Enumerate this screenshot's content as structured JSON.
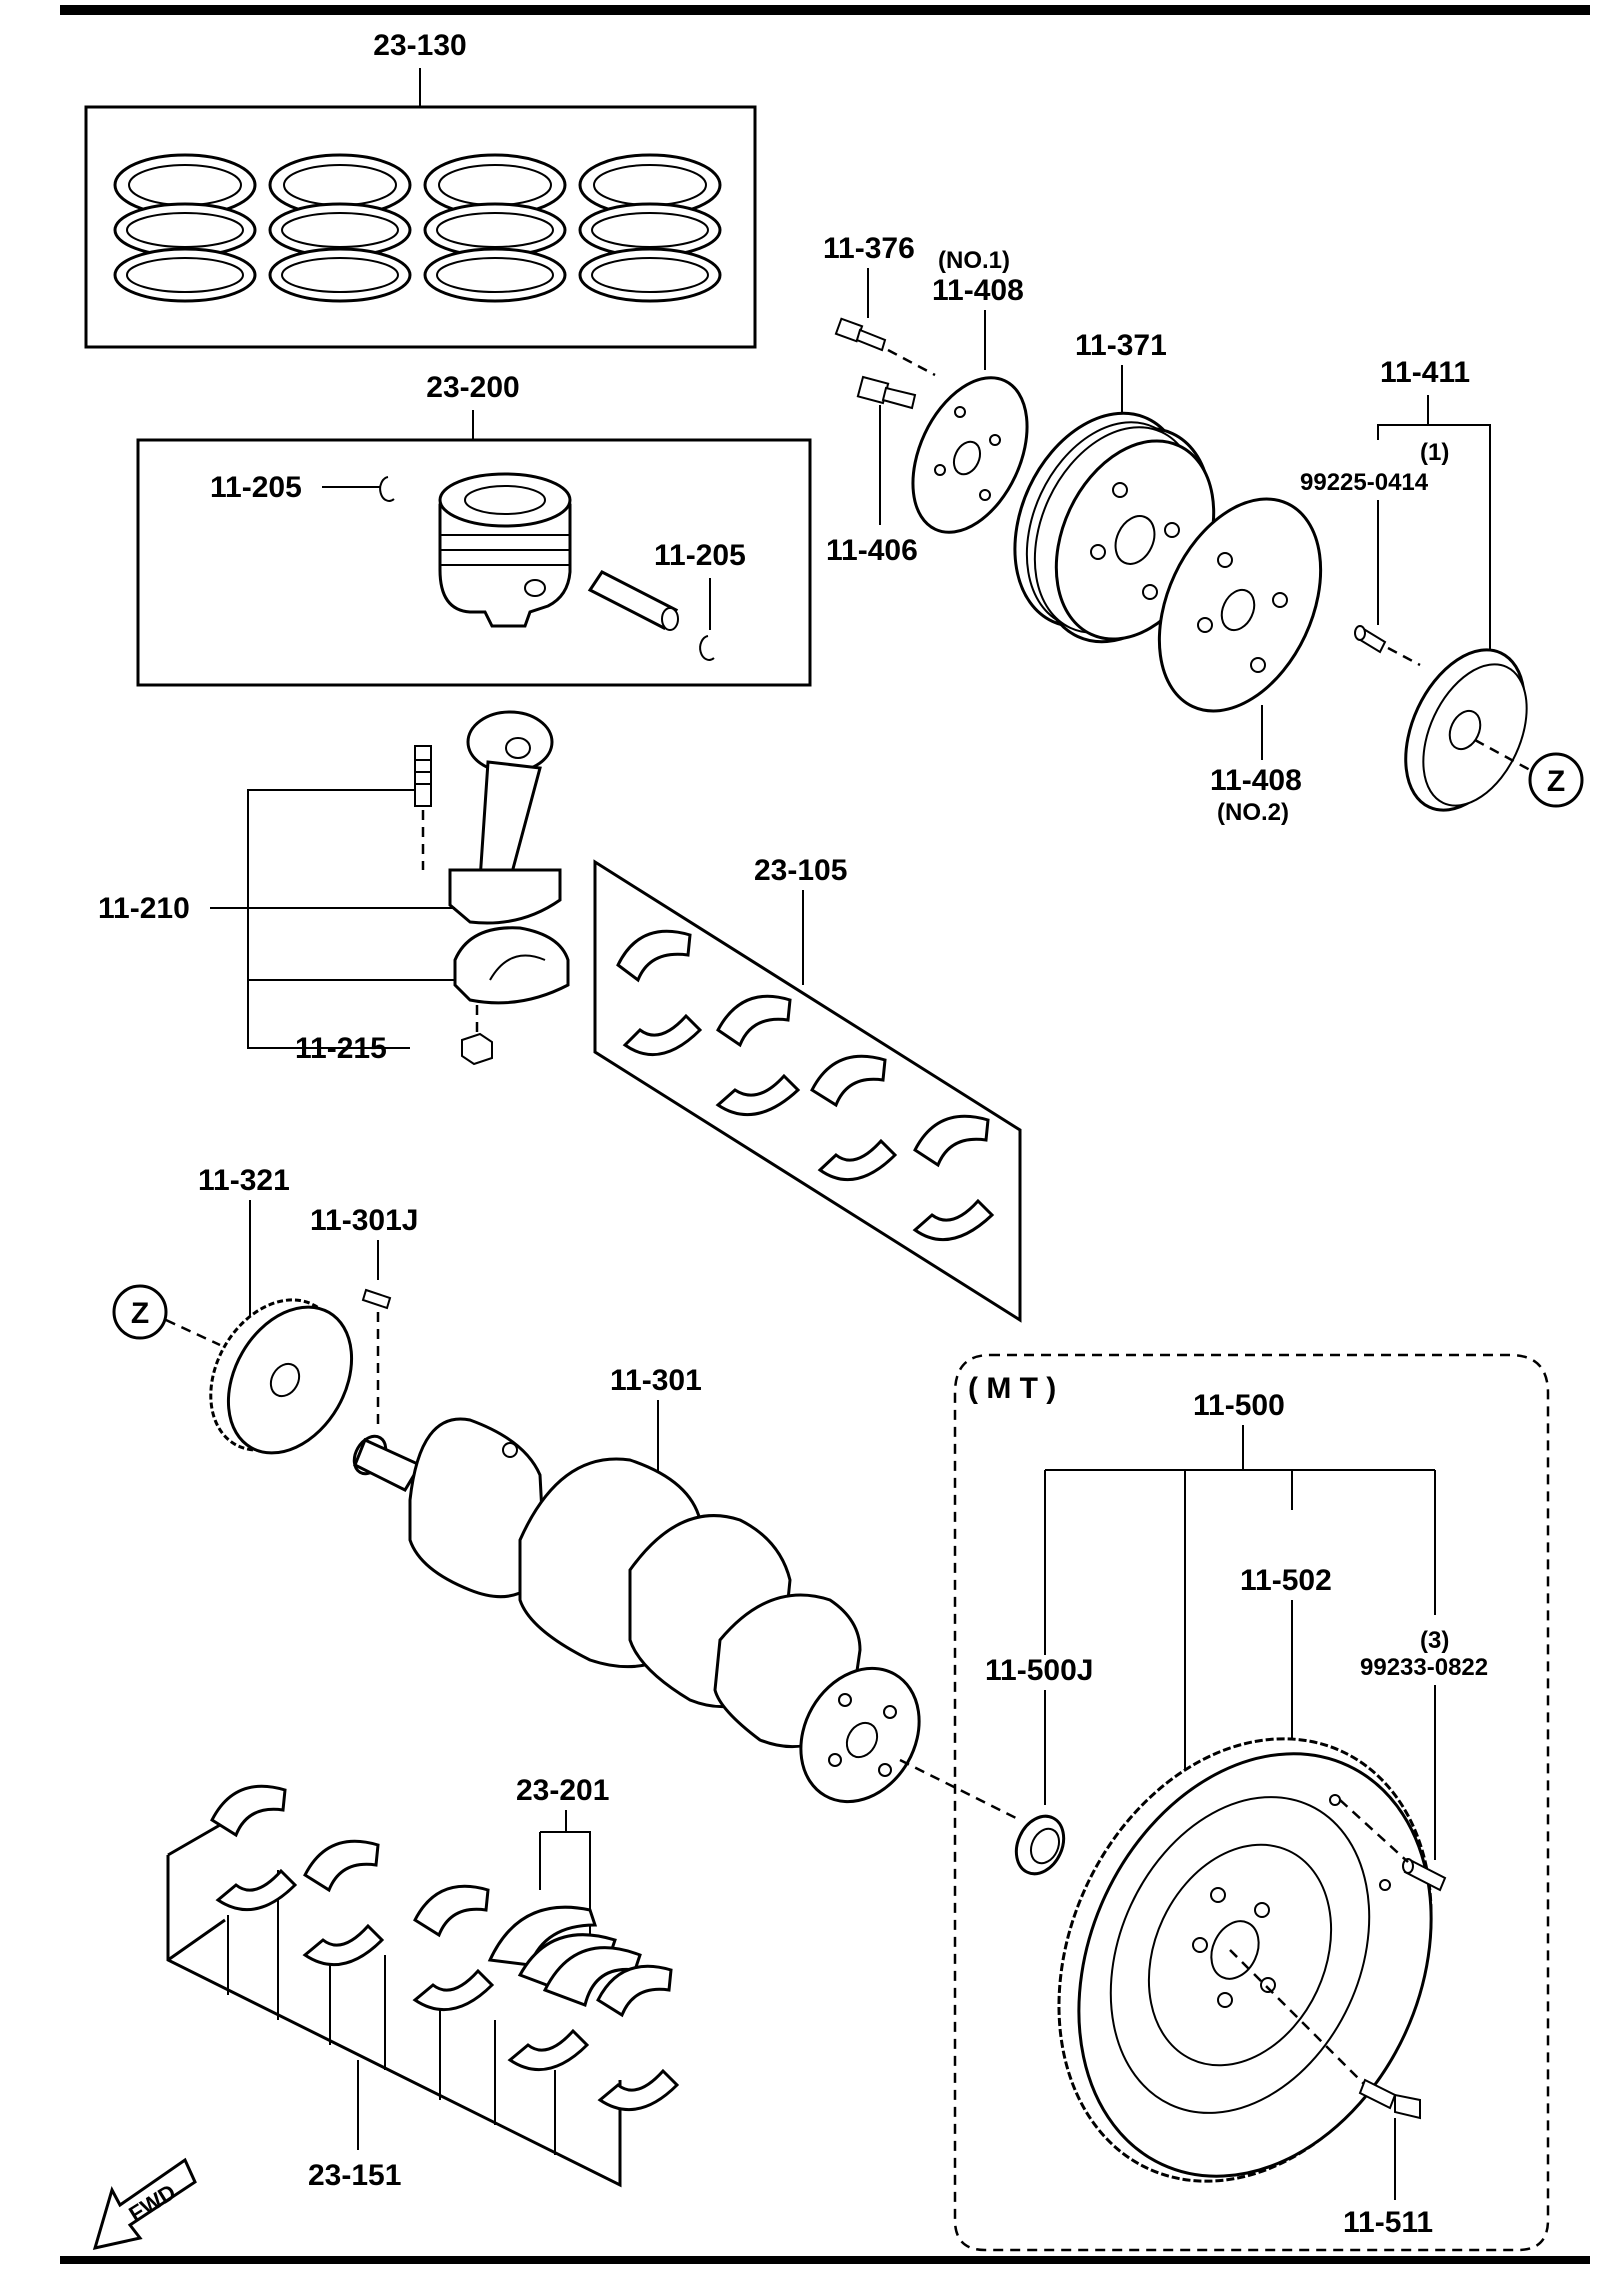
{
  "labels": {
    "l_23_130": "23-130",
    "l_23_200": "23-200",
    "l_11_205_a": "11-205",
    "l_11_205_b": "11-205",
    "l_11_376": "11-376",
    "l_no1": "(NO.1)",
    "l_11_408_a": "11-408",
    "l_11_406": "11-406",
    "l_11_371": "11-371",
    "l_11_411": "11-411",
    "l_qty1": "(1)",
    "l_99225": "99225-0414",
    "l_11_408_b": "11-408",
    "l_no2": "(NO.2)",
    "l_z_a": "Z",
    "l_11_210": "11-210",
    "l_11_215": "11-215",
    "l_23_105": "23-105",
    "l_11_321": "11-321",
    "l_11_301j": "11-301J",
    "l_z_b": "Z",
    "l_11_301": "11-301",
    "l_mt": "( M T )",
    "l_11_500": "11-500",
    "l_11_502": "11-502",
    "l_11_500j": "11-500J",
    "l_qty3": "(3)",
    "l_99233": "99233-0822",
    "l_23_201": "23-201",
    "l_23_151": "23-151",
    "l_11_511": "11-511",
    "l_fwd": "FWD"
  }
}
